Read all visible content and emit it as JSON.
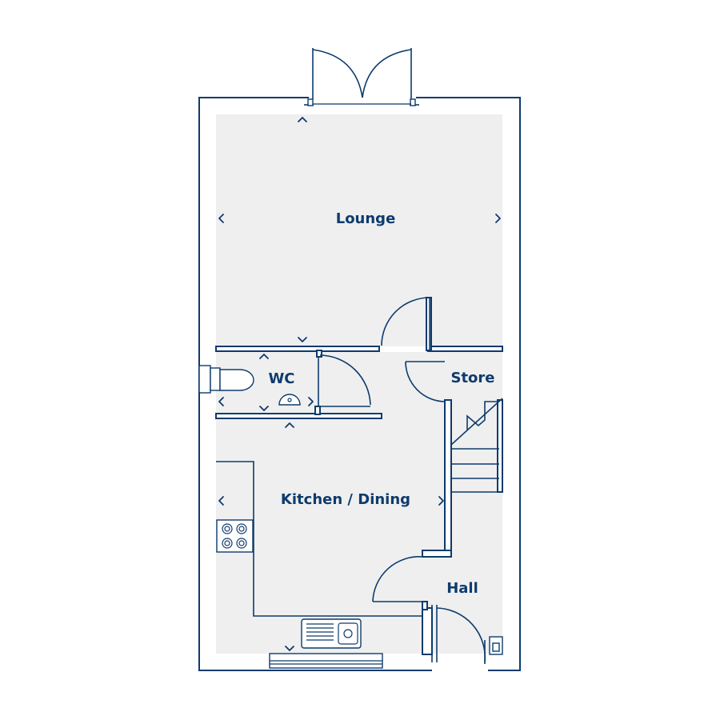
{
  "rooms": {
    "lounge": "Lounge",
    "wc": "WC",
    "store": "Store",
    "kitchen_dining": "Kitchen / Dining",
    "hall": "Hall"
  },
  "colors": {
    "wall_line": "#0e3b6d",
    "floor_fill": "#efefef",
    "background": "#ffffff"
  }
}
